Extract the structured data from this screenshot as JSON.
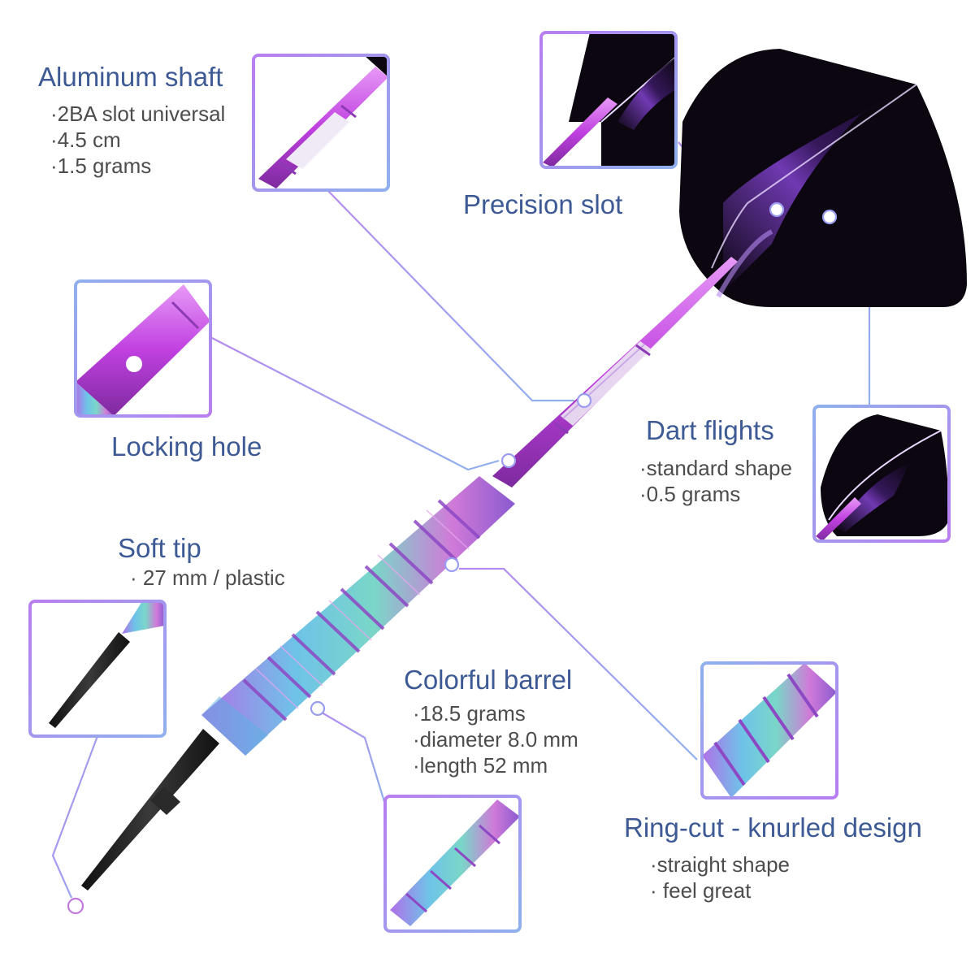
{
  "callouts": {
    "shaft": {
      "title": "Aluminum shaft",
      "specs": [
        "·2BA slot universal",
        "·4.5 cm",
        "·1.5 grams"
      ]
    },
    "slot": {
      "title": "Precision slot"
    },
    "hole": {
      "title": "Locking hole"
    },
    "flights": {
      "title": "Dart flights",
      "specs": [
        "·standard shape",
        "·0.5 grams"
      ]
    },
    "tip": {
      "title": "Soft tip",
      "specs": [
        "· 27 mm / plastic"
      ]
    },
    "barrel": {
      "title": "Colorful barrel",
      "specs": [
        "·18.5 grams",
        "·diameter 8.0 mm",
        "·length 52 mm"
      ]
    },
    "ring": {
      "title": "Ring-cut - knurled design",
      "specs": [
        "·straight shape",
        "· feel great"
      ]
    }
  },
  "colors": {
    "title_text": "#3d5a94",
    "spec_text": "#4d4d4d",
    "accent_purple": "#b05cf0",
    "accent_blue": "#7fa4e6",
    "flight_black": "#0b0610"
  }
}
